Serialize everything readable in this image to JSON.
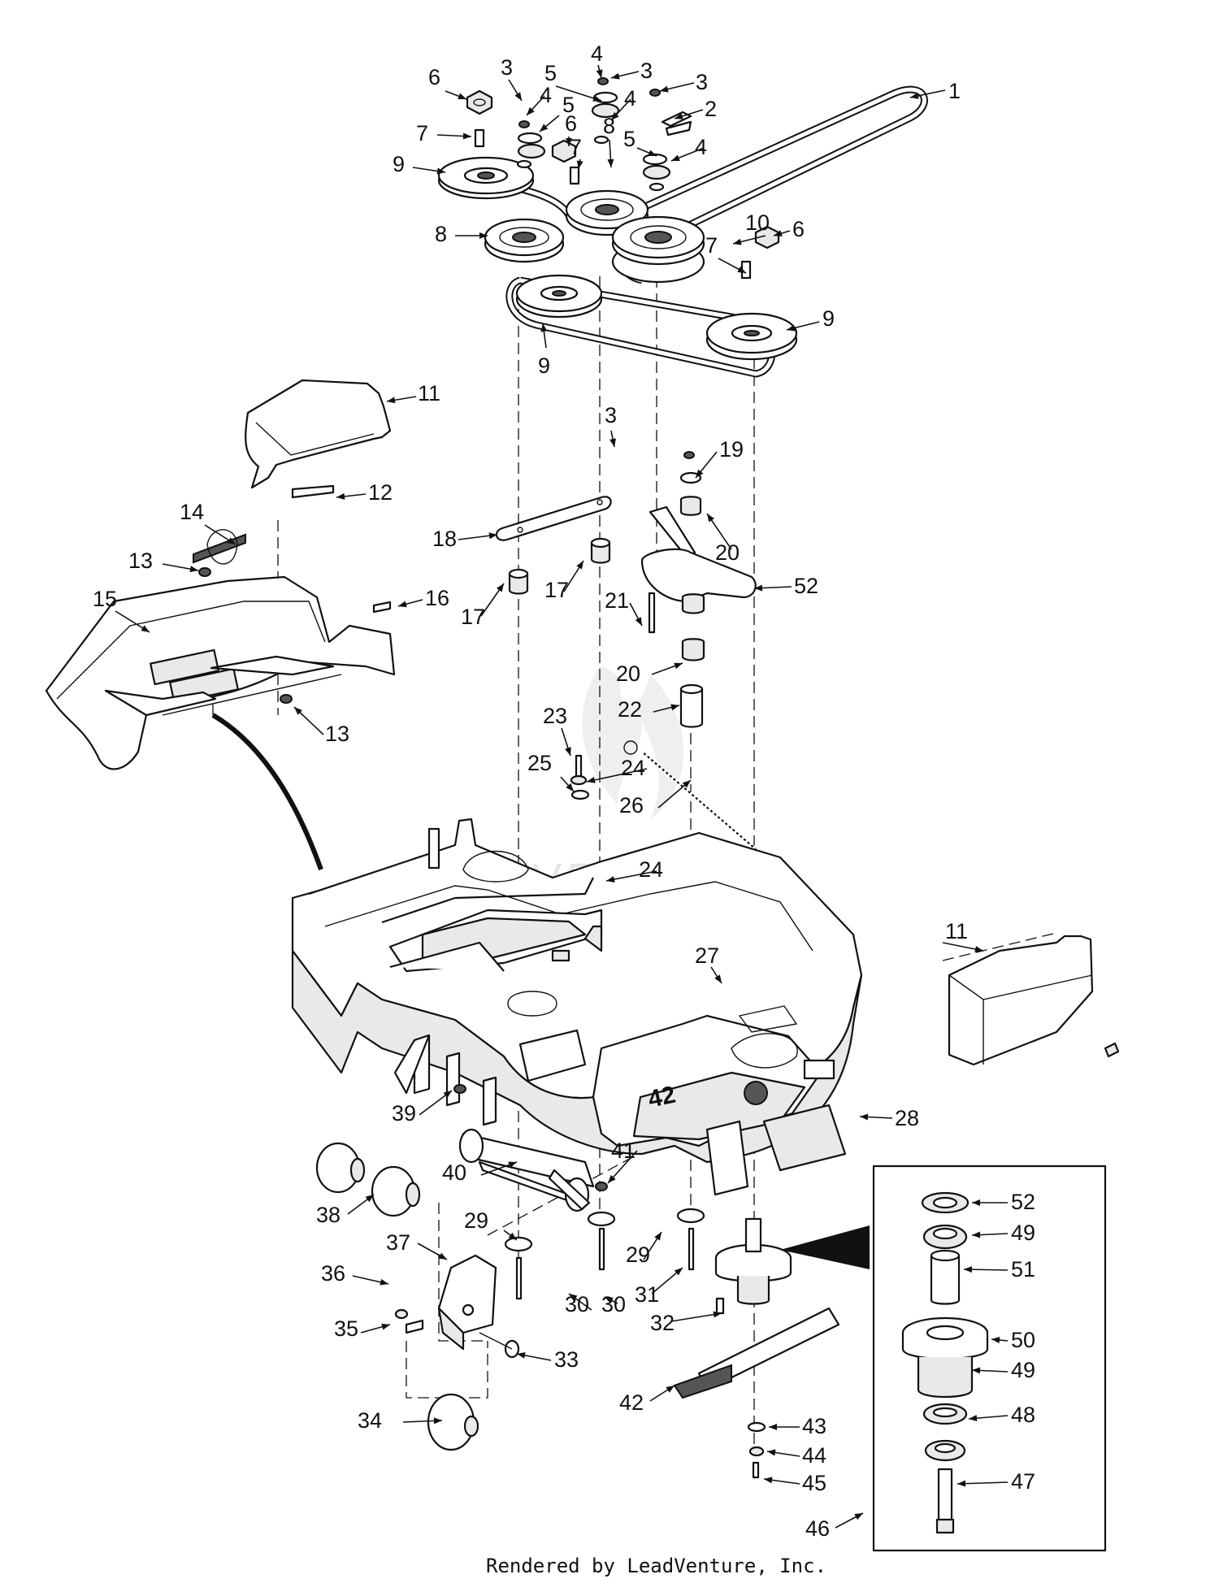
{
  "diagram": {
    "callouts": [
      {
        "id": "1",
        "text": "1"
      },
      {
        "id": "2",
        "text": "2"
      },
      {
        "id": "3a",
        "text": "3"
      },
      {
        "id": "3b",
        "text": "3"
      },
      {
        "id": "3c",
        "text": "3"
      },
      {
        "id": "3d",
        "text": "3"
      },
      {
        "id": "4a",
        "text": "4"
      },
      {
        "id": "4b",
        "text": "4"
      },
      {
        "id": "4c",
        "text": "4"
      },
      {
        "id": "4d",
        "text": "4"
      },
      {
        "id": "5a",
        "text": "5"
      },
      {
        "id": "5b",
        "text": "5"
      },
      {
        "id": "5c",
        "text": "5"
      },
      {
        "id": "6a",
        "text": "6"
      },
      {
        "id": "6b",
        "text": "6"
      },
      {
        "id": "6c",
        "text": "6"
      },
      {
        "id": "7a",
        "text": "7"
      },
      {
        "id": "7b",
        "text": "7"
      },
      {
        "id": "7c",
        "text": "7"
      },
      {
        "id": "8a",
        "text": "8"
      },
      {
        "id": "8b",
        "text": "8"
      },
      {
        "id": "9a",
        "text": "9"
      },
      {
        "id": "9b",
        "text": "9"
      },
      {
        "id": "9c",
        "text": "9"
      },
      {
        "id": "10",
        "text": "10"
      },
      {
        "id": "11a",
        "text": "11"
      },
      {
        "id": "11b",
        "text": "11"
      },
      {
        "id": "12",
        "text": "12"
      },
      {
        "id": "13a",
        "text": "13"
      },
      {
        "id": "13b",
        "text": "13"
      },
      {
        "id": "14",
        "text": "14"
      },
      {
        "id": "15",
        "text": "15"
      },
      {
        "id": "16",
        "text": "16"
      },
      {
        "id": "17a",
        "text": "17"
      },
      {
        "id": "17b",
        "text": "17"
      },
      {
        "id": "18",
        "text": "18"
      },
      {
        "id": "19",
        "text": "19"
      },
      {
        "id": "20a",
        "text": "20"
      },
      {
        "id": "20b",
        "text": "20"
      },
      {
        "id": "21",
        "text": "21"
      },
      {
        "id": "22",
        "text": "22"
      },
      {
        "id": "23",
        "text": "23"
      },
      {
        "id": "24a",
        "text": "24"
      },
      {
        "id": "24b",
        "text": "24"
      },
      {
        "id": "25",
        "text": "25"
      },
      {
        "id": "26",
        "text": "26"
      },
      {
        "id": "3e",
        "text": "3"
      },
      {
        "id": "27",
        "text": "27"
      },
      {
        "id": "28",
        "text": "28"
      },
      {
        "id": "29a",
        "text": "29"
      },
      {
        "id": "29b",
        "text": "29"
      },
      {
        "id": "29c",
        "text": "29"
      },
      {
        "id": "30a",
        "text": "30"
      },
      {
        "id": "30b",
        "text": "30"
      },
      {
        "id": "31",
        "text": "31"
      },
      {
        "id": "32",
        "text": "32"
      },
      {
        "id": "33",
        "text": "33"
      },
      {
        "id": "34",
        "text": "34"
      },
      {
        "id": "35",
        "text": "35"
      },
      {
        "id": "36",
        "text": "36"
      },
      {
        "id": "37",
        "text": "37"
      },
      {
        "id": "38",
        "text": "38"
      },
      {
        "id": "39",
        "text": "39"
      },
      {
        "id": "40",
        "text": "40"
      },
      {
        "id": "41",
        "text": "41"
      },
      {
        "id": "42",
        "text": "42"
      },
      {
        "id": "43",
        "text": "43"
      },
      {
        "id": "44",
        "text": "44"
      },
      {
        "id": "45",
        "text": "45"
      },
      {
        "id": "46",
        "text": "46"
      },
      {
        "id": "47",
        "text": "47"
      },
      {
        "id": "48",
        "text": "48"
      },
      {
        "id": "49a",
        "text": "49"
      },
      {
        "id": "49b",
        "text": "49"
      },
      {
        "id": "50",
        "text": "50"
      },
      {
        "id": "51",
        "text": "51"
      },
      {
        "id": "52a",
        "text": "52"
      },
      {
        "id": "52b",
        "text": "52"
      }
    ],
    "deck_decal": "42",
    "watermark": "LEADVENTURE",
    "footer": "Rendered by LeadVenture, Inc."
  }
}
